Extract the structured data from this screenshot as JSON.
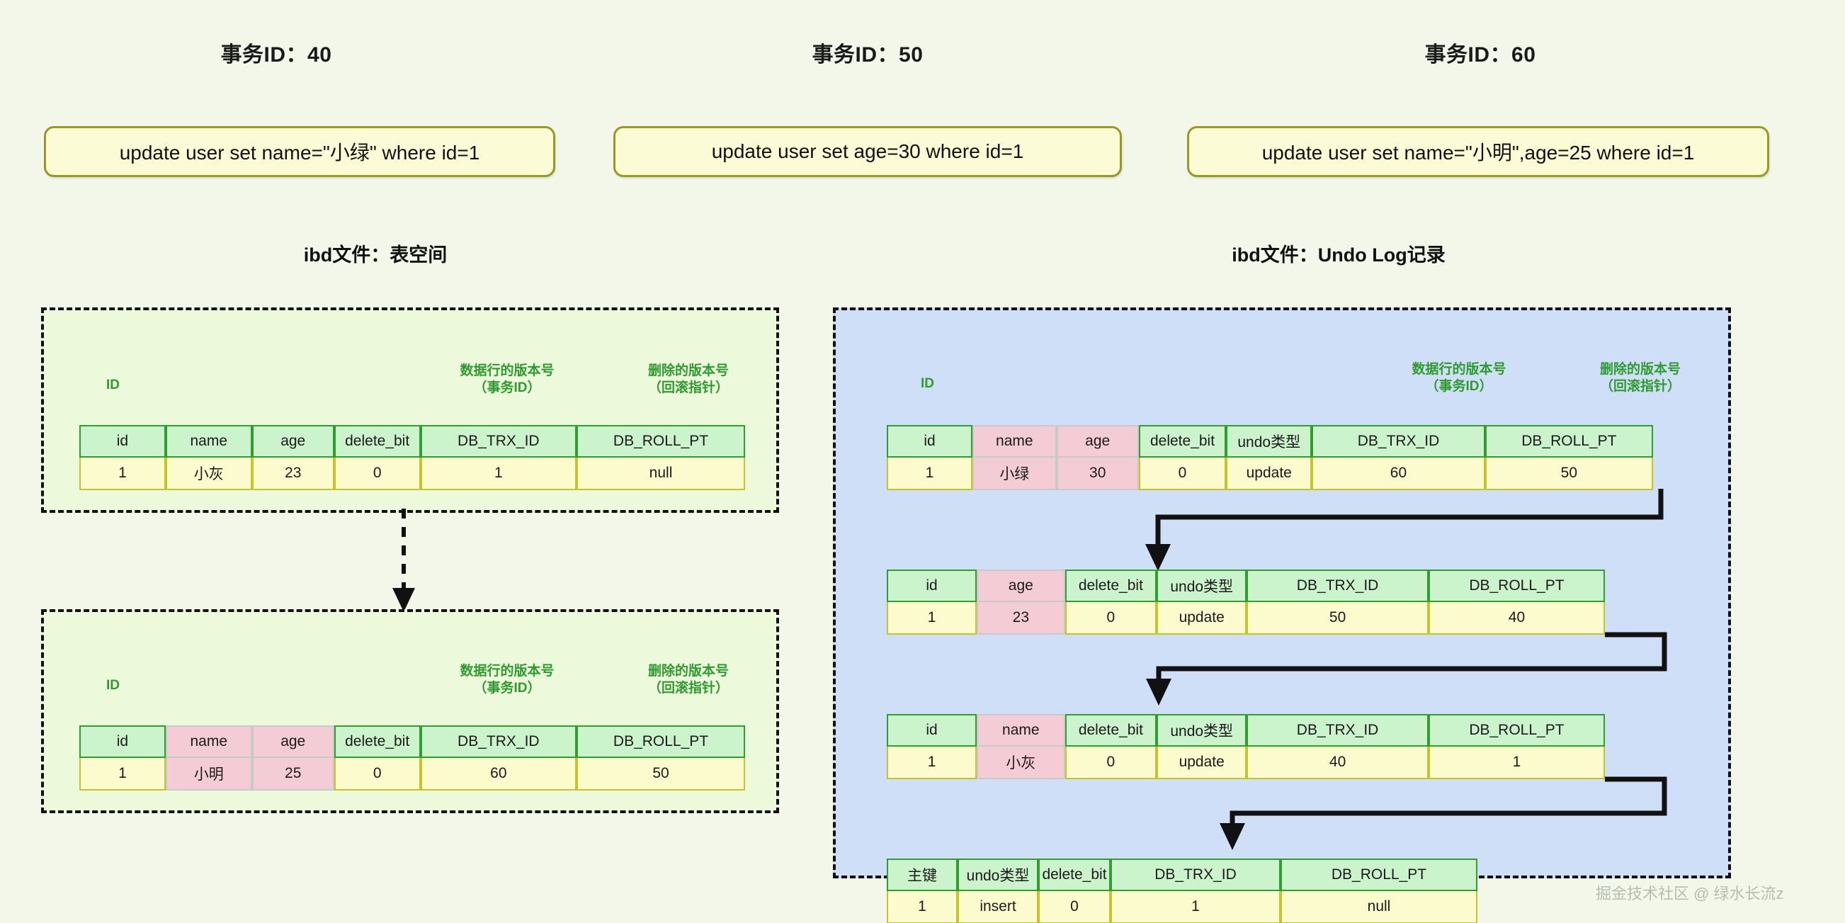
{
  "page": {
    "background": "#f2f7ea",
    "watermark": "掘金技术社区 @ 绿水长流z"
  },
  "transactions": [
    {
      "title": "事务ID：40",
      "sql": "update user set name=\"小绿\" where id=1"
    },
    {
      "title": "事务ID：50",
      "sql": "update user set age=30 where id=1"
    },
    {
      "title": "事务ID：60",
      "sql": "update user set name=\"小明\",age=25 where id=1"
    }
  ],
  "sections": {
    "tablespace_title": "ibd文件：表空间",
    "undolog_title": "ibd文件：Undo Log记录"
  },
  "annotations": {
    "id": "ID",
    "trx_version_line1": "数据行的版本号",
    "trx_version_line2": "（事务ID）",
    "roll_version_line1": "删除的版本号",
    "roll_version_line2": "（回滚指针）"
  },
  "tablespace": {
    "before": {
      "headers": [
        "id",
        "name",
        "age",
        "delete_bit",
        "DB_TRX_ID",
        "DB_ROLL_PT"
      ],
      "values": [
        "1",
        "小灰",
        "23",
        "0",
        "1",
        "null"
      ],
      "highlight": []
    },
    "after": {
      "headers": [
        "id",
        "name",
        "age",
        "delete_bit",
        "DB_TRX_ID",
        "DB_ROLL_PT"
      ],
      "values": [
        "1",
        "小明",
        "25",
        "0",
        "60",
        "50"
      ],
      "highlight": [
        1,
        2
      ]
    }
  },
  "undolog": {
    "records": [
      {
        "headers": [
          "id",
          "name",
          "age",
          "delete_bit",
          "undo类型",
          "DB_TRX_ID",
          "DB_ROLL_PT"
        ],
        "values": [
          "1",
          "小绿",
          "30",
          "0",
          "update",
          "60",
          "50"
        ],
        "highlight": [
          1,
          2
        ]
      },
      {
        "headers": [
          "id",
          "age",
          "delete_bit",
          "undo类型",
          "DB_TRX_ID",
          "DB_ROLL_PT"
        ],
        "values": [
          "1",
          "23",
          "0",
          "update",
          "50",
          "40"
        ],
        "highlight": [
          1
        ]
      },
      {
        "headers": [
          "id",
          "name",
          "delete_bit",
          "undo类型",
          "DB_TRX_ID",
          "DB_ROLL_PT"
        ],
        "values": [
          "1",
          "小灰",
          "0",
          "update",
          "40",
          "1"
        ],
        "highlight": [
          1
        ]
      },
      {
        "headers": [
          "主键",
          "undo类型",
          "delete_bit",
          "DB_TRX_ID",
          "DB_ROLL_PT"
        ],
        "values": [
          "1",
          "insert",
          "0",
          "1",
          "null"
        ],
        "highlight": []
      }
    ]
  },
  "colors": {
    "panel_green": "#edf9db",
    "panel_blue": "#cfdff7",
    "header_green": "#ccf4cc",
    "header_pink": "#f4ccd6",
    "cell_yellow": "#fbfbcd",
    "sql_box": "#fbfbd6",
    "sql_border": "#9a9a22",
    "annotation_green": "#2e9b2e"
  }
}
